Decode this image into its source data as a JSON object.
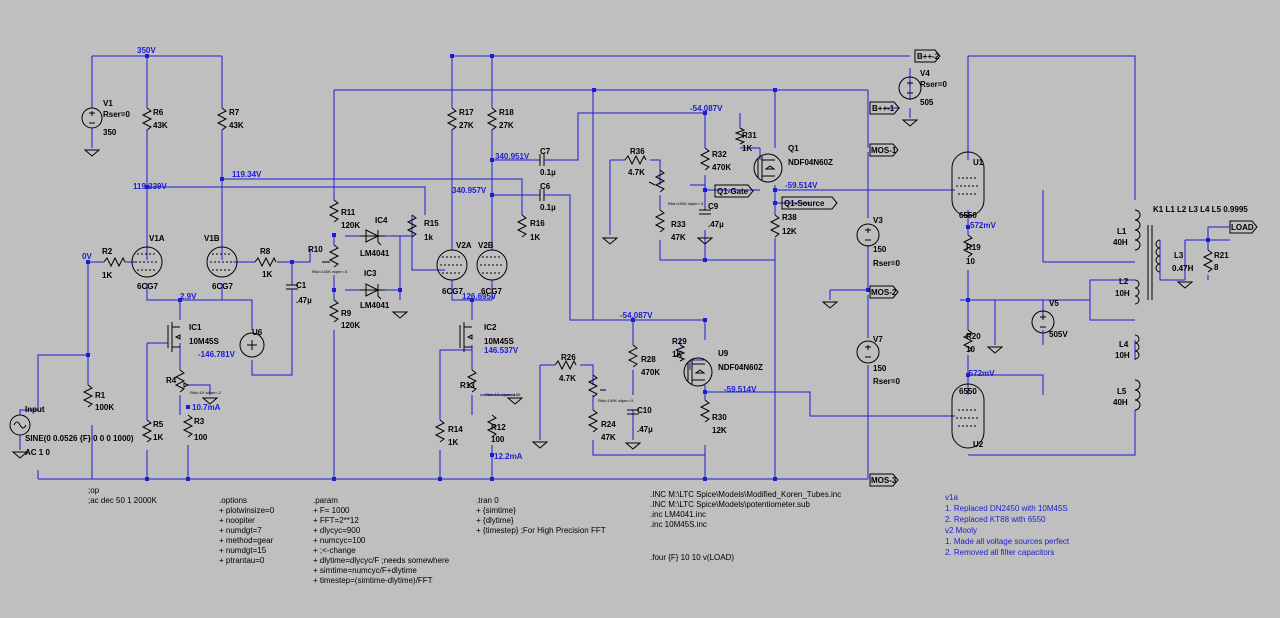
{
  "colors": {
    "background": "#bfbfbf",
    "wire": "#1c1cd6",
    "component": "#000000",
    "net_label": "#1c1cd6"
  },
  "net_labels": {
    "n350": "350V",
    "n119a": "119.339V",
    "n119b": "119.34V",
    "n0v": "0V",
    "n29": "2.9V",
    "n146a": "-146.781V",
    "n107": "10.7mA",
    "n340a": "340.951V",
    "n340b": "340.957V",
    "n126": "126.695V",
    "n146b": "146.537V",
    "n122": "12.2mA",
    "n54a": "-54.087V",
    "n54b": "-54.087V",
    "n59a": "-59.514V",
    "n59b": "-59.514V",
    "n572a": "572mV",
    "n572b": "-572mV"
  },
  "flags": {
    "bpp2": "B++-2",
    "bpp1": "B++-1",
    "mos1": "MOS-1",
    "mos2": "MOS-2",
    "mos3": "MOS-3",
    "q1gate": "Q1-Gate",
    "q1source": "Q1-Source",
    "load": "LOAD"
  },
  "parts": {
    "v1": {
      "name": "V1",
      "p1": "Rser=0",
      "value": "350"
    },
    "v3": {
      "name": "V3",
      "value": "150",
      "p1": "Rser=0"
    },
    "v4": {
      "name": "V4",
      "p1": "Rser=0",
      "value": "505"
    },
    "v5": {
      "name": "V5",
      "value": "505V"
    },
    "v7": {
      "name": "V7",
      "value": "150",
      "p1": "Rser=0"
    },
    "input": {
      "name": "Input",
      "p1": "SINE(0 0.0526 {F} 0 0 0 1000)",
      "p2": "AC 1 0"
    },
    "r1": {
      "name": "R1",
      "value": "100K"
    },
    "r2": {
      "name": "R2",
      "value": "1K"
    },
    "r3": {
      "name": "R3",
      "value": "100"
    },
    "r4": {
      "name": "R4",
      "value": "Rtot=1K wiper=.2"
    },
    "r5": {
      "name": "R5",
      "value": "1K"
    },
    "r6": {
      "name": "R6",
      "value": "43K"
    },
    "r7": {
      "name": "R7",
      "value": "43K"
    },
    "r8": {
      "name": "R8",
      "value": "1K"
    },
    "r9": {
      "name": "R9",
      "value": "120K"
    },
    "r10": {
      "name": "R10",
      "value": "Rtot=100K wiper=.5"
    },
    "r11": {
      "name": "R11",
      "value": "120K"
    },
    "r12": {
      "name": "R12",
      "value": "100"
    },
    "r13": {
      "name": "R13",
      "value": "Rtot=1K wiper=.185"
    },
    "r14": {
      "name": "R14",
      "value": "1K"
    },
    "r15": {
      "name": "R15",
      "value": "1k"
    },
    "r16": {
      "name": "R16",
      "value": "1K"
    },
    "r17": {
      "name": "R17",
      "value": "27K"
    },
    "r18": {
      "name": "R18",
      "value": "27K"
    },
    "r19": {
      "name": "R19",
      "value": "10"
    },
    "r20": {
      "name": "R20",
      "value": "10"
    },
    "r21": {
      "name": "R21",
      "value": "8"
    },
    "r24": {
      "name": "R24",
      "value": "47K"
    },
    "r26": {
      "name": "R26",
      "value": "4.7K"
    },
    "r28": {
      "name": "R28",
      "value": "470K"
    },
    "r29": {
      "name": "R29",
      "value": "1K"
    },
    "r30": {
      "name": "R30",
      "value": "12K"
    },
    "r31": {
      "name": "R31",
      "value": "1K"
    },
    "r32": {
      "name": "R32",
      "value": "470K"
    },
    "r33": {
      "name": "R33",
      "value": "47K"
    },
    "r36": {
      "name": "R36",
      "value": "4.7K"
    },
    "r38": {
      "name": "R38",
      "value": "12K"
    },
    "pot1": {
      "value": "Rtot=100K wiper=.5"
    },
    "pot2": {
      "value": "Rtot=100K wiper=.5"
    },
    "c1": {
      "name": "C1",
      "value": ".47µ"
    },
    "c6": {
      "name": "C6",
      "value": "0.1µ"
    },
    "c7": {
      "name": "C7",
      "value": "0.1µ"
    },
    "c9": {
      "name": "C9",
      "value": ".47µ"
    },
    "c10": {
      "name": "C10",
      "value": ".47µ"
    },
    "v1a": {
      "name": "V1A",
      "value": "6CG7"
    },
    "v1b": {
      "name": "V1B",
      "value": "6CG7"
    },
    "v2a": {
      "name": "V2A",
      "value": "6CG7"
    },
    "v2b": {
      "name": "V2B",
      "value": "6CG7"
    },
    "ic1": {
      "name": "IC1",
      "value": "10M45S"
    },
    "ic2": {
      "name": "IC2",
      "value": "10M45S"
    },
    "ic3": {
      "name": "IC3",
      "value": "LM4041"
    },
    "ic4": {
      "name": "IC4",
      "value": "LM4041"
    },
    "q1": {
      "name": "Q1",
      "value": "NDF04N60Z"
    },
    "u9": {
      "name": "U9",
      "value": "NDF04N60Z"
    },
    "u6": {
      "name": "U6"
    },
    "u1": {
      "name": "U1",
      "value": "6550"
    },
    "u2": {
      "name": "U2",
      "value": "6550"
    },
    "l1": {
      "name": "L1",
      "value": "40H"
    },
    "l2": {
      "name": "L2",
      "value": "10H"
    },
    "l3": {
      "name": "L3",
      "value": "0.47H"
    },
    "l4": {
      "name": "L4",
      "value": "10H"
    },
    "l5": {
      "name": "L5",
      "value": "40H"
    },
    "k1": {
      "value": "K1 L1 L2 L3 L4 L5 0.9995"
    }
  },
  "directives": {
    "op": [
      ";op",
      ";ac dec 50 1 2000K"
    ],
    "options": [
      ".options",
      "+ plotwinsize=0",
      "+ noopiter",
      "+ numdgt=7",
      "+ method=gear",
      "+ numdgt=15",
      "+ ptrantau=0"
    ],
    "param": [
      ".param",
      "+ F= 1000",
      "+ FFT=2**12",
      "+ dlycyc=900",
      "+ numcyc=100",
      "+ ;<-change",
      "+ dlytime=dlycyc/F ;needs somewhere",
      "+ simtime=numcyc/F+dlytime",
      "+ timestep=(simtime-dlytime)/FFT"
    ],
    "tran": [
      ".tran 0",
      "+ {simtime}",
      "+ {dlytime}",
      "+ {timestep} ;For High Precision FFT"
    ],
    "inc": [
      ".INC M:\\LTC Spice\\Models\\Modified_Koren_Tubes.inc",
      ".INC M:\\LTC Spice\\Models\\potentiometer.sub",
      ".inc LM4041.inc",
      ".inc 10M45S.inc"
    ],
    "four": ".four {F} 10 10 v(LOAD)",
    "notes": [
      "v1a",
      "1. Replaced DN2450 with 10M45S",
      "2. Replaced KT88 with 6550",
      "v2 Mooly",
      "1. Made all voltage sources perfect",
      "2. Removed all filter capacitors"
    ]
  }
}
